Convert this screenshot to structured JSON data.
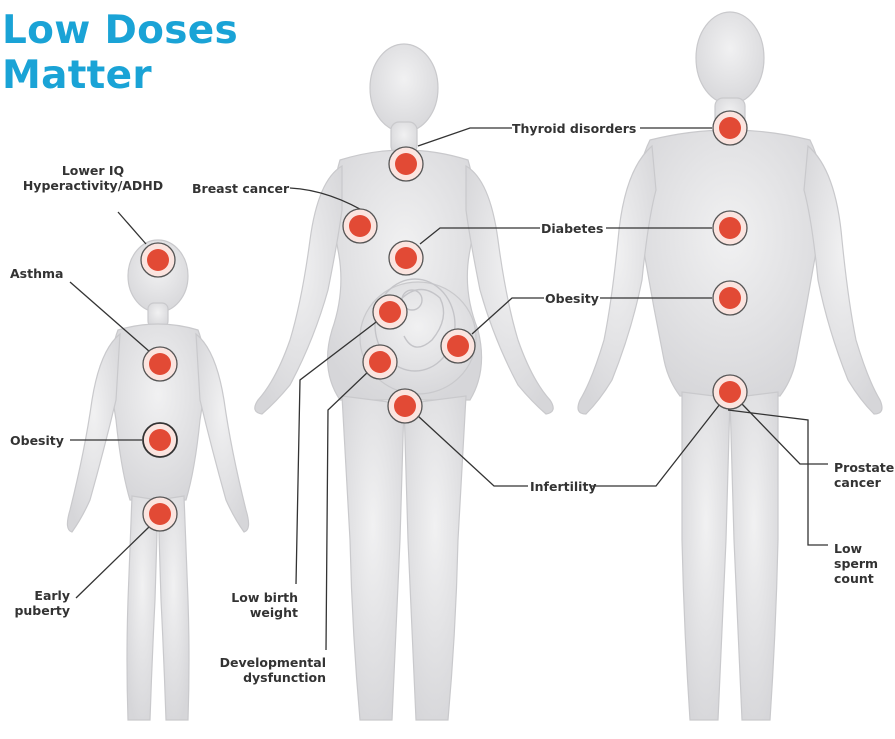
{
  "title": {
    "line1": "Low Doses",
    "line2": "Matter"
  },
  "colors": {
    "title": "#1aa3d6",
    "marker": "#e24a35",
    "marker_ring": "#f3c2b8",
    "body": "#e3e3e5",
    "body_stroke": "#c9c9cc",
    "line": "#333333"
  },
  "labels": {
    "lower_iq": "Lower IQ",
    "hyperactivity": "Hyperactivity/ADHD",
    "asthma": "Asthma",
    "obesity_child": "Obesity",
    "early_puberty_1": "Early",
    "early_puberty_2": "puberty",
    "breast_cancer": "Breast cancer",
    "thyroid": "Thyroid disorders",
    "diabetes": "Diabetes",
    "obesity_adult": "Obesity",
    "infertility": "Infertility",
    "low_birth_1": "Low birth",
    "low_birth_2": "weight",
    "developmental_1": "Developmental",
    "developmental_2": "dysfunction",
    "prostate_1": "Prostate",
    "prostate_2": "cancer",
    "sperm_1": "Low",
    "sperm_2": "sperm",
    "sperm_3": "count"
  },
  "figures": [
    "child",
    "pregnant-woman",
    "man"
  ]
}
